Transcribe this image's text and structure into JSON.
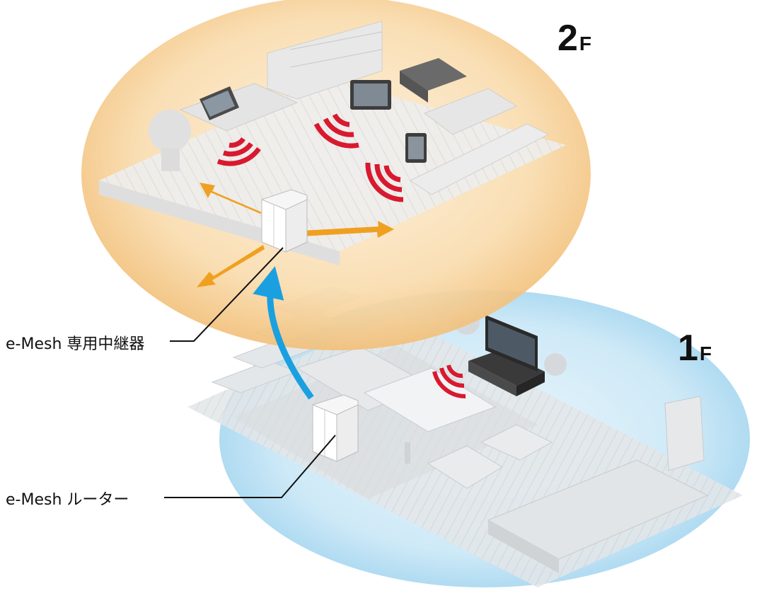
{
  "floors": {
    "upper": {
      "number": "2",
      "unit": "F"
    },
    "lower": {
      "number": "1",
      "unit": "F"
    }
  },
  "callouts": {
    "repeater": "e-Mesh 専用中継器",
    "router": "e-Mesh ルーター"
  },
  "colors": {
    "upper_zone": "#f6c98a",
    "lower_zone": "#9fd4ef",
    "wifi_arc": "#d8192f",
    "spread_arrow": "#f0a020",
    "link_arrow": "#1aa0e0"
  }
}
